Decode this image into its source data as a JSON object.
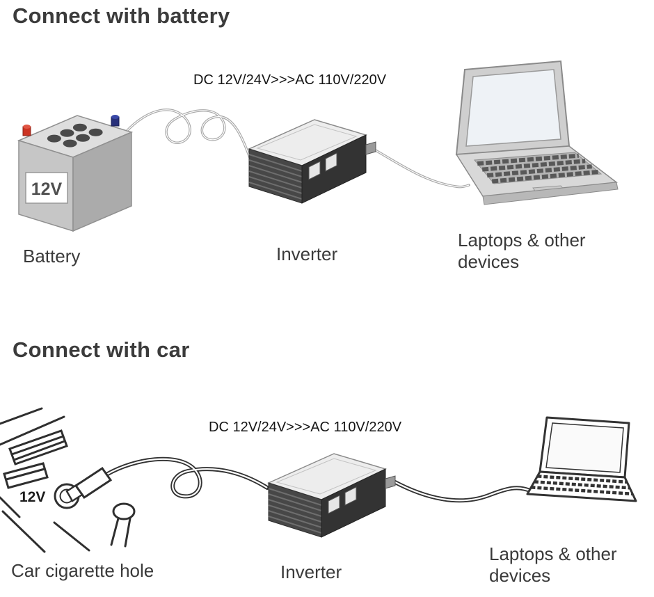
{
  "sections": {
    "battery": {
      "title": "Connect with battery",
      "conversion": "DC 12V/24V>>>AC 110V/220V",
      "battery_label": "Battery",
      "battery_voltage": "12V",
      "inverter_label": "Inverter",
      "devices_label": "Laptops & other devices"
    },
    "car": {
      "title": "Connect with car",
      "conversion": "DC 12V/24V>>>AC 110V/220V",
      "socket_label": "Car cigarette hole",
      "socket_voltage": "12V",
      "inverter_label": "Inverter",
      "devices_label": "Laptops & other devices"
    }
  },
  "colors": {
    "cable_light": "#a8a8a8",
    "cable_dark": "#333333",
    "terminal_positive": "#cc3322",
    "terminal_negative": "#28307a"
  }
}
